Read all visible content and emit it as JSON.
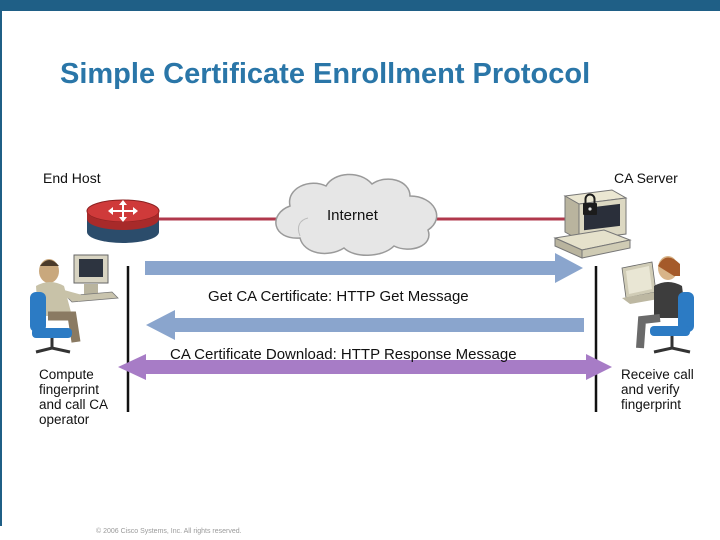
{
  "title": "Simple Certificate Enrollment Protocol",
  "labels": {
    "end_host": "End Host",
    "ca_server": "CA Server",
    "internet": "Internet"
  },
  "messages": {
    "get_ca_cert": "Get CA Certificate: HTTP Get Message",
    "ca_cert_download": "CA Certificate Download: HTTP Response Message"
  },
  "left_desc": [
    "Compute",
    "fingerprint",
    "and call CA",
    "operator"
  ],
  "right_desc": [
    "Receive call",
    "and verify",
    "fingerprint"
  ],
  "footer": "© 2006 Cisco Systems, Inc. All rights reserved.",
  "icons": [
    "router-icon",
    "cloud-icon",
    "server-icon",
    "lock-icon",
    "person-at-computer-icon",
    "person-on-phone-icon"
  ],
  "colors": {
    "header_bar": "#1f5f86",
    "title": "#2a76a8",
    "link_line": "#b0384c",
    "arrow_blue": "#8aa5cd",
    "arrow_purple": "#a77cc6",
    "router": "#cf3a3a"
  }
}
